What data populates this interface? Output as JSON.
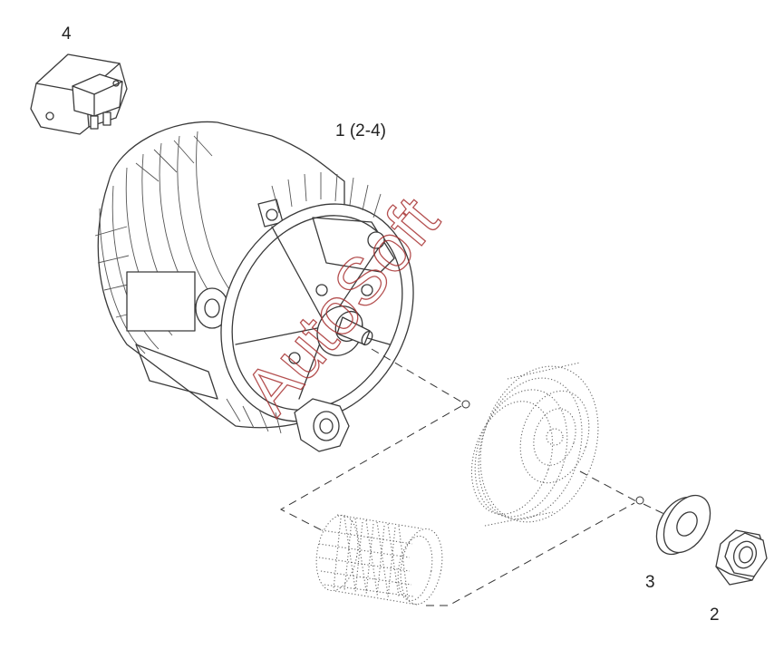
{
  "labels": {
    "regulator": "4",
    "alternator": "1 (2-4)",
    "washer": "3",
    "nut": "2"
  },
  "watermark": "AutoSoft",
  "colors": {
    "line": "#3a3a3a",
    "watermark": "#a83232",
    "background": "#ffffff"
  }
}
